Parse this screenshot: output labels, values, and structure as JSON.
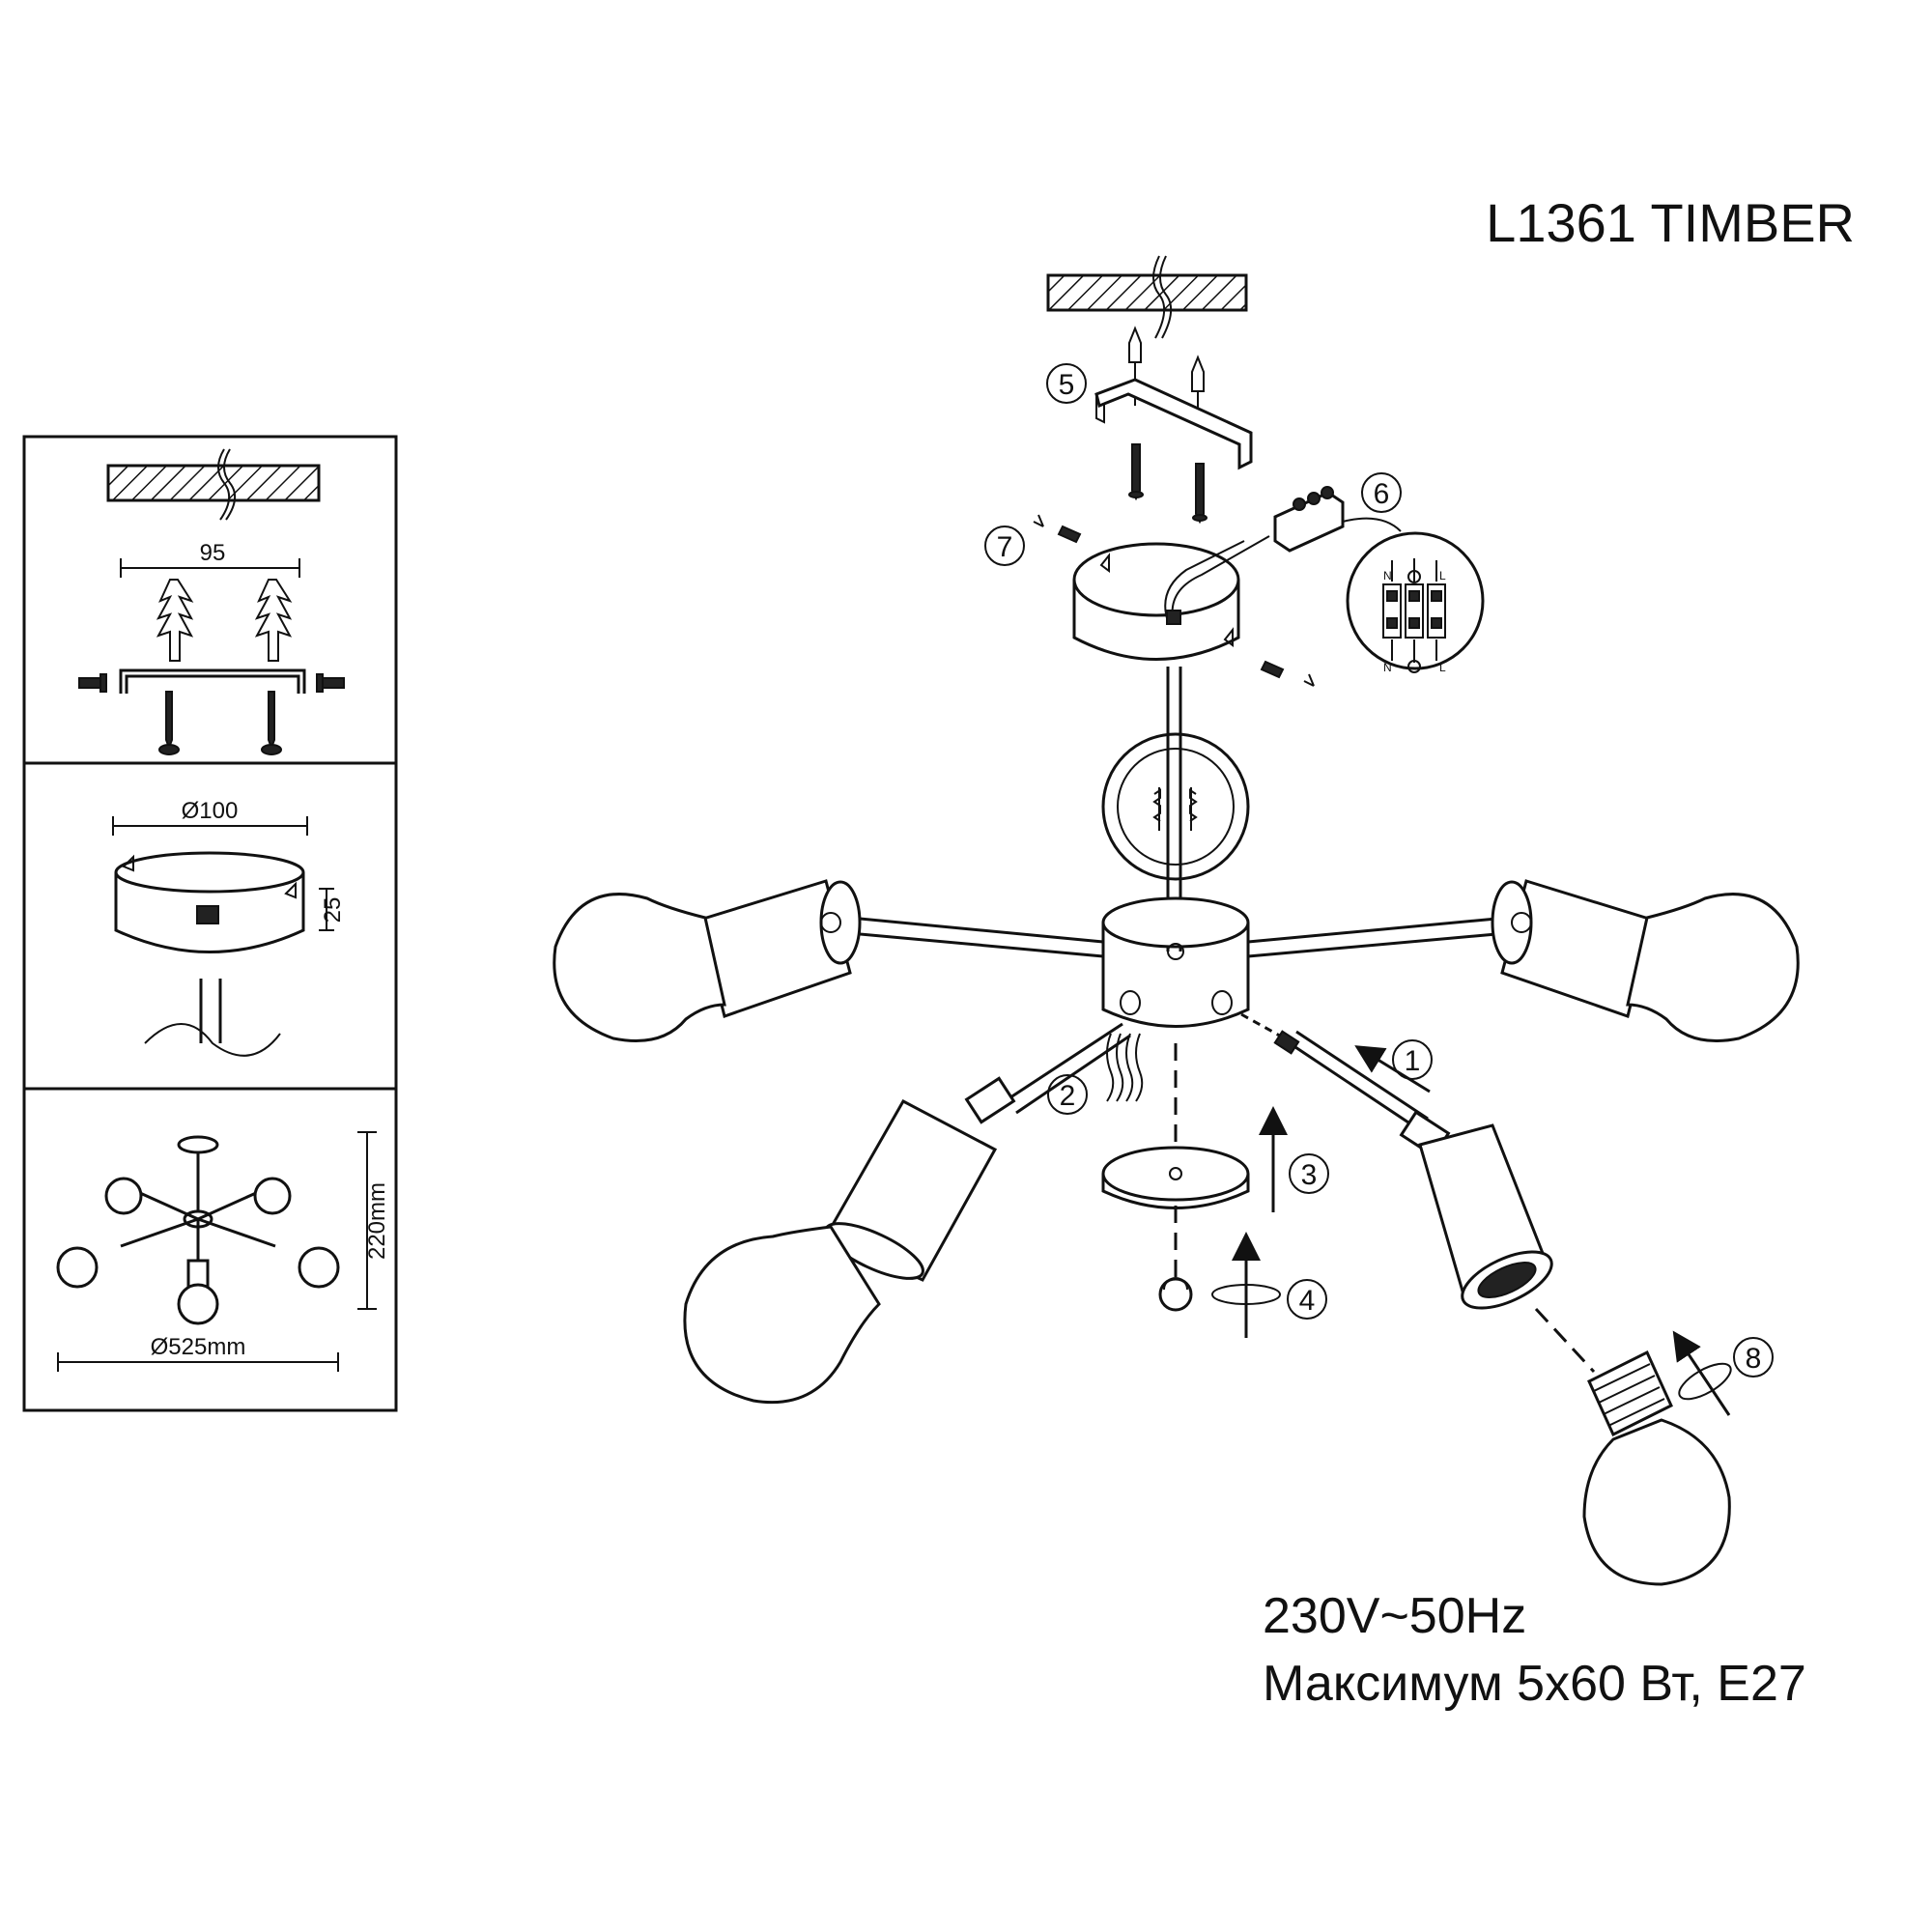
{
  "title": "L1361 TIMBER",
  "specs": {
    "voltage": "230V~50Hz",
    "max_power": "Максимум 5x60 Вт, E27"
  },
  "panels": {
    "panel1_dim": "95",
    "panel2_dim_diameter": "Ø100",
    "panel2_dim_height": "25",
    "panel3_dim_diameter": "Ø525mm",
    "panel3_dim_height": "220mm"
  },
  "steps": [
    "1",
    "2",
    "3",
    "4",
    "5",
    "6",
    "7",
    "8"
  ],
  "wiring": {
    "terminal_top_left": "N",
    "terminal_top_right": "L",
    "terminal_bottom_left": "N",
    "terminal_bottom_right": "L"
  }
}
